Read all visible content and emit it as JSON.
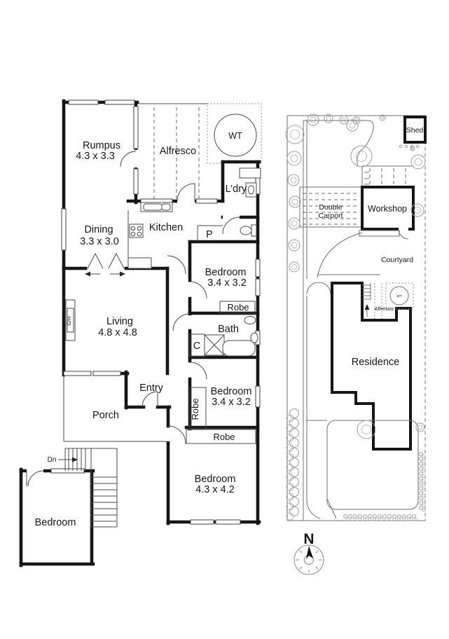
{
  "floor_plan": {
    "rumpus_name": "Rumpus",
    "rumpus_dims": "4.3 x 3.3",
    "alfresco": "Alfresco",
    "wt": "WT",
    "ldry": "L’dry",
    "dining_name": "Dining",
    "dining_dims": "3.3 x 3.0",
    "kitchen": "Kitchen",
    "pantry": "P",
    "bed1_name": "Bedroom",
    "bed1_dims": "3.4 x 3.2",
    "robe1": "Robe",
    "living_name": "Living",
    "living_dims": "4.8 x 4.8",
    "gas_heater": "G/H",
    "bath": "Bath",
    "cupboard": "C",
    "entry": "Entry",
    "porch": "Porch",
    "bed2_name": "Bedroom",
    "bed2_dims": "3.4 x 3.2",
    "robe2": "Robe",
    "robe3": "Robe",
    "bed3_name": "Bedroom",
    "bed3_dims": "4.3 x 4.2",
    "granny_bed": "Bedroom",
    "down": "Dn"
  },
  "site_plan": {
    "shed": "Shed",
    "carport_line1": "Double",
    "carport_line2": "Carport",
    "workshop": "Workshop",
    "courtyard": "Courtyard",
    "alfresco": "Alfresco",
    "wt": "WT",
    "residence": "Residence"
  },
  "compass": {
    "north": "N"
  },
  "colors": {
    "wall": "#161616",
    "line": "#4a4a4a",
    "light": "#9c9c9c",
    "background": "#ffffff"
  }
}
